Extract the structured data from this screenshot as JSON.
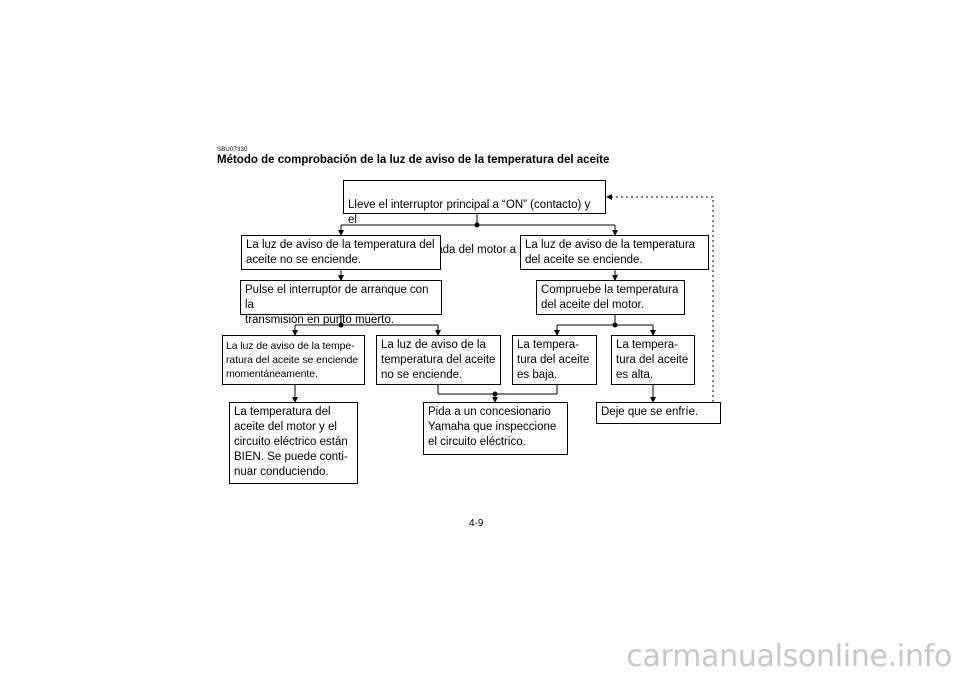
{
  "header": {
    "code": "SBU07330",
    "title": "Método de comprobación de la luz de aviso de la temperatura del aceite"
  },
  "flowchart": {
    "start": {
      "line1": "Lleve el interruptor principal a “ON” (contacto) y el",
      "line2_pre": "interruptor de parada del motor a “",
      "line2_post": "”.",
      "symbol_icon": "engine-run-symbol-icon"
    },
    "left_branch": "La luz de aviso de la temperatura del\naceite no se enciende.",
    "right_branch": "La luz de aviso de la temperatura\ndel aceite se enciende.",
    "starter": "Pulse el interruptor de arranque con la\ntransmisión en punto muerto.",
    "check_temp": "Compruebe la temperatura\ndel aceite del motor.",
    "light_on_briefly": "La luz de aviso de la tempe-\nratura del aceite se enciende\nmomentáneamente.",
    "light_not_on": "La luz de aviso de la\ntemperatura del aceite\nno se enciende.",
    "temp_low": "La tempera-\ntura del aceite\nes baja.",
    "temp_high": "La tempera-\ntura del aceite\nes alta.",
    "ok_result": "La temperatura del\naceite del motor y el\ncircuito eléctrico están\nBIEN. Se puede conti-\nnuar conduciendo.",
    "dealer": "Pida a un concesionario\nYamaha que inspeccione\nel circuito eléctrico.",
    "cool_down": "Deje que se enfríe."
  },
  "footer": {
    "page": "4-9",
    "watermark": "carmanualsonline.info"
  }
}
